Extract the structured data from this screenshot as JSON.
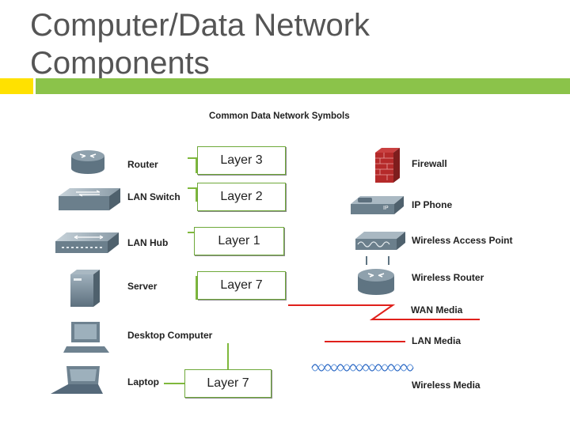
{
  "slide": {
    "title_line1": "Computer/Data Network",
    "title_line2": "Components"
  },
  "diagram": {
    "heading": "Common Data Network Symbols",
    "left_items": [
      {
        "label": "Router"
      },
      {
        "label": "LAN Switch"
      },
      {
        "label": "LAN Hub"
      },
      {
        "label": "Server"
      },
      {
        "label": "Desktop Computer"
      },
      {
        "label": "Laptop"
      }
    ],
    "right_items": [
      {
        "label": "Firewall"
      },
      {
        "label": "IP Phone"
      },
      {
        "label": "Wireless Access Point"
      },
      {
        "label": "Wireless Router"
      },
      {
        "label": "WAN Media"
      },
      {
        "label": "LAN Media"
      },
      {
        "label": "Wireless Media"
      }
    ],
    "layer_boxes": [
      {
        "text": "Layer 3"
      },
      {
        "text": "Layer 2"
      },
      {
        "text": "Layer 1"
      },
      {
        "text": "Layer 7"
      },
      {
        "text": "Layer 7"
      }
    ],
    "icon_text": {
      "ip_phone_badge": "IP"
    },
    "colors": {
      "title": "#555555",
      "accent_yellow": "#ffe100",
      "accent_green": "#8bc34a",
      "connector_green": "#7fb83c",
      "media_red": "#e0201b",
      "wireless_blue": "#2060c0",
      "device_gray": "#6e8290",
      "firewall_red": "#b52a2a"
    }
  }
}
